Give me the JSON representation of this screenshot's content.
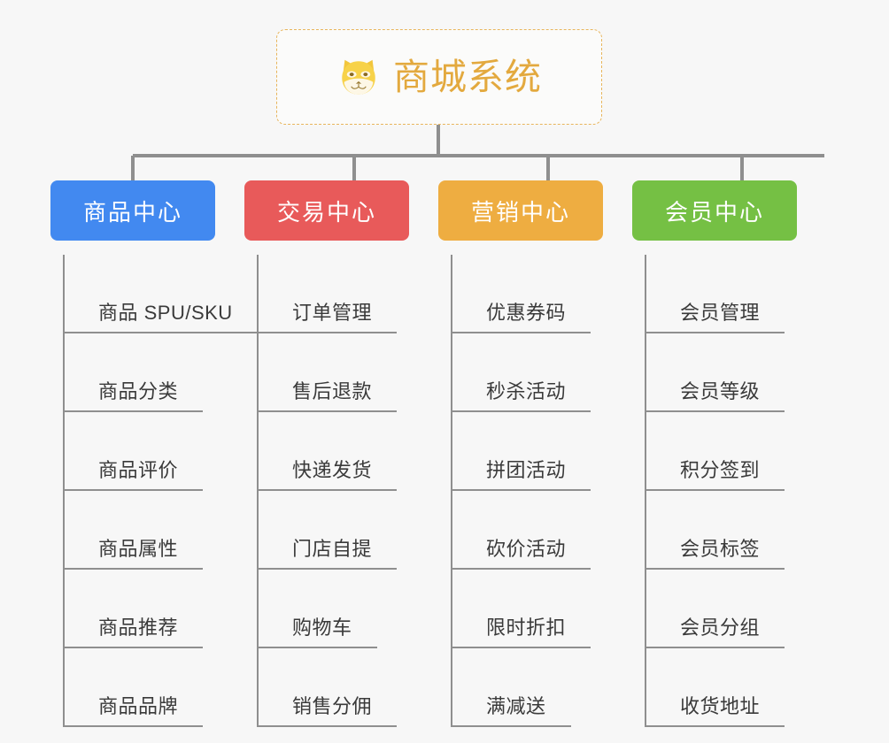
{
  "root": {
    "title": "商城系统",
    "icon": "shiba-dog-face-emoji",
    "title_color": "#e3a93e",
    "border_color": "#e8b55c"
  },
  "branches": [
    {
      "label": "商品中心",
      "color": "#4289f0",
      "items": [
        "商品 SPU/SKU",
        "商品分类",
        "商品评价",
        "商品属性",
        "商品推荐",
        "商品品牌"
      ]
    },
    {
      "label": "交易中心",
      "color": "#e85a5a",
      "items": [
        "订单管理",
        "售后退款",
        "快递发货",
        "门店自提",
        "购物车",
        "销售分佣"
      ]
    },
    {
      "label": "营销中心",
      "color": "#eead41",
      "items": [
        "优惠券码",
        "秒杀活动",
        "拼团活动",
        "砍价活动",
        "限时折扣",
        "满减送"
      ]
    },
    {
      "label": "会员中心",
      "color": "#75c044",
      "items": [
        "会员管理",
        "会员等级",
        "积分签到",
        "会员标签",
        "会员分组",
        "收货地址"
      ]
    }
  ],
  "style": {
    "background": "#f7f7f7",
    "connector_color": "#8f8f8f",
    "leaf_text_color": "#3a3a3a"
  }
}
